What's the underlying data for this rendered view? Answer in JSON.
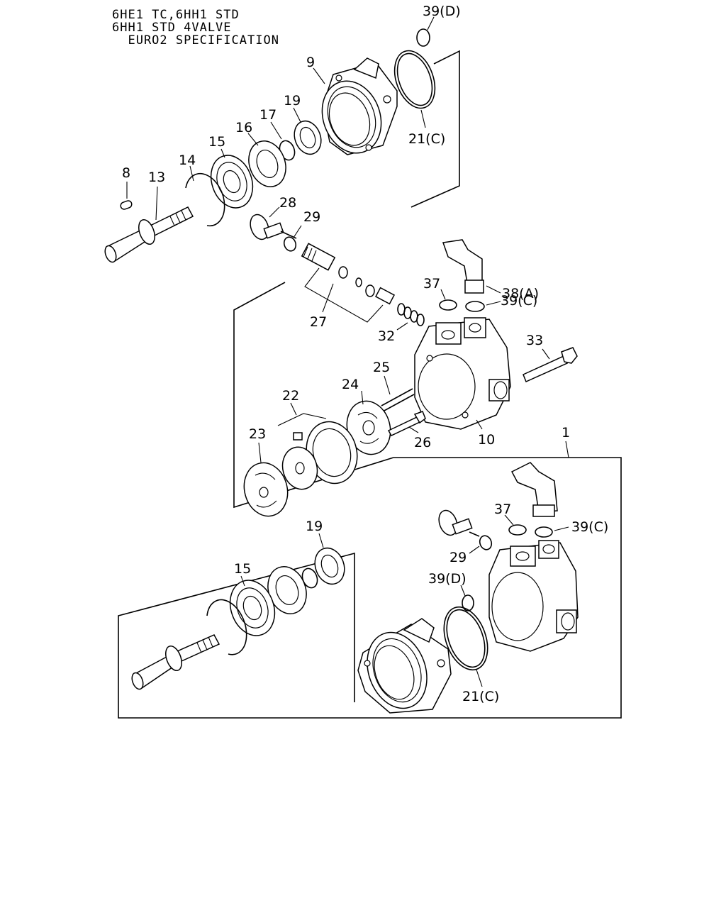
{
  "header": {
    "line1": "6HE1 TC,6HH1 STD",
    "line2": "6HH1 STD 4VALVE",
    "line3": "  EURO2 SPECIFICATION"
  },
  "callouts": {
    "c39d_top": "39(D)",
    "c9": "9",
    "c21c_top": "21(C)",
    "c19_top": "19",
    "c17": "17",
    "c16": "16",
    "c15_top": "15",
    "c14": "14",
    "c13": "13",
    "c8": "8",
    "c28": "28",
    "c29_top": "29",
    "c27": "27",
    "c37_top": "37",
    "c38a": "38(A)",
    "c39c_top": "39(C)",
    "c32": "32",
    "c33": "33",
    "c25": "25",
    "c24": "24",
    "c22": "22",
    "c23": "23",
    "c26": "26",
    "c10": "10",
    "c1": "1",
    "c37_low": "37",
    "c39c_low": "39(C)",
    "c29_low": "29",
    "c39d_low": "39(D)",
    "c19_low": "19",
    "c15_low": "15",
    "c21c_low": "21(C)"
  }
}
